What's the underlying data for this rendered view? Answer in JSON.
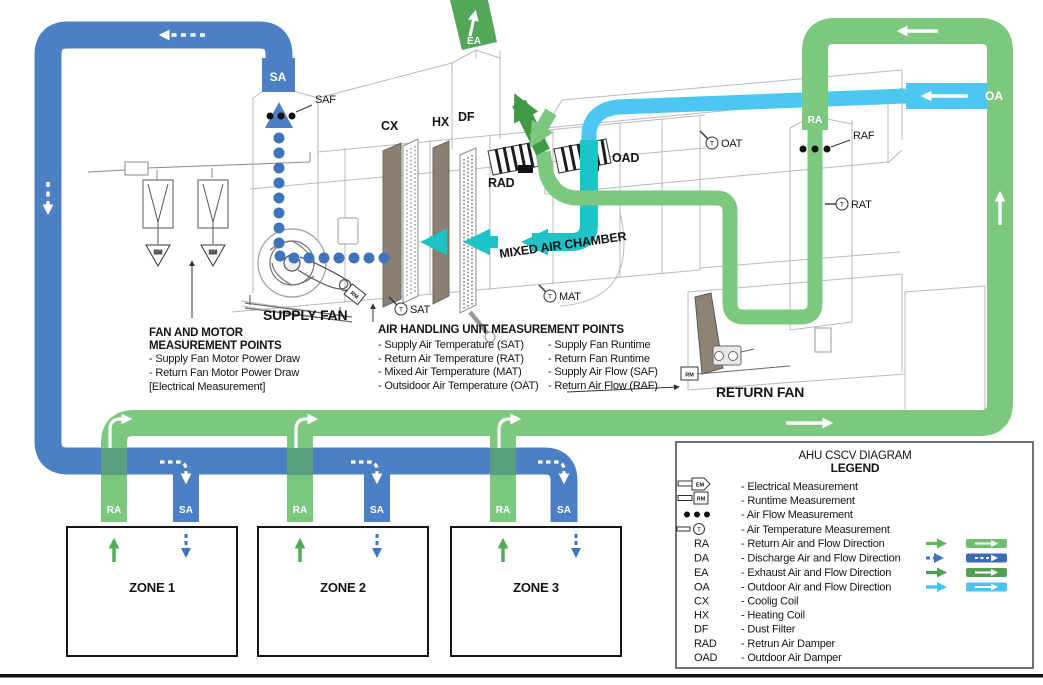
{
  "colors": {
    "da_blue": "#4d7fc4",
    "ra_green": "#7cc87f",
    "ea_green_band": "#54a758",
    "ea_green_arrow": "#3f9a44",
    "oa_cyan": "#4cc7f2",
    "mixed_air_teal": "#1fc2c7",
    "coil_brown": "#8a8072",
    "wireframe_gray": "#b8b8b8",
    "text_black": "#141414"
  },
  "labels": {
    "sa": "SA",
    "ra": "RA",
    "ea": "EA",
    "oa": "OA",
    "saf": "SAF",
    "raf": "RAF",
    "cx": "CX",
    "hx": "HX",
    "df": "DF",
    "rad": "RAD",
    "oad": "OAD",
    "sat": "SAT",
    "mat": "MAT",
    "oat": "OAT",
    "rat": "RAT",
    "t": "T",
    "em": "EM",
    "rm": "RM",
    "supply_fan": "SUPPLY FAN",
    "return_fan": "RETURN FAN",
    "mixed_air_chamber": "MIXED AIR CHAMBER"
  },
  "fan_motor_points": {
    "heading1": "FAN AND MOTOR",
    "heading2": "MEASUREMENT POINTS",
    "items": [
      "- Supply Fan Motor Power Draw",
      "- Return Fan Motor Power Draw"
    ],
    "note": "[Electrical Measurement]"
  },
  "ahu_points": {
    "heading": "AIR HANDLING UNIT MEASUREMENT POINTS",
    "col1": [
      "- Supply Air Temperature (SAT)",
      "- Return Air Temperature (RAT)",
      "- Mixed Air Temperature (MAT)",
      "- Outsidoor Air Temperature (OAT)"
    ],
    "col2": [
      "- Supply Fan Runtime",
      "- Return Fan Runtime",
      "- Supply Air Flow (SAF)",
      "- Return Air Flow (RAF)"
    ]
  },
  "zones": [
    {
      "name": "ZONE 1",
      "ra": "RA",
      "sa": "SA"
    },
    {
      "name": "ZONE 2",
      "ra": "RA",
      "sa": "SA"
    },
    {
      "name": "ZONE 3",
      "ra": "RA",
      "sa": "SA"
    }
  ],
  "legend": {
    "title": "AHU CSCV DIAGRAM",
    "subtitle": "LEGEND",
    "items": [
      {
        "abbr": "",
        "desc": "- Electrical Measurement"
      },
      {
        "abbr": "",
        "desc": "- Runtime Measurement"
      },
      {
        "abbr": "",
        "desc": "- Air Flow Measurement"
      },
      {
        "abbr": "",
        "desc": "- Air Temperature Measurement"
      },
      {
        "abbr": "RA",
        "desc": "- Return Air and Flow Direction"
      },
      {
        "abbr": "DA",
        "desc": "- Discharge Air and Flow Direction"
      },
      {
        "abbr": "EA",
        "desc": "- Exhaust Air and Flow Direction"
      },
      {
        "abbr": "OA",
        "desc": "- Outdoor Air and Flow Direction"
      },
      {
        "abbr": "CX",
        "desc": "- Coolig Coil"
      },
      {
        "abbr": "HX",
        "desc": "- Heating Coil"
      },
      {
        "abbr": "DF",
        "desc": "- Dust Filter"
      },
      {
        "abbr": "RAD",
        "desc": "- Retrun Air Damper"
      },
      {
        "abbr": "OAD",
        "desc": "- Outdoor Air Damper"
      }
    ]
  }
}
